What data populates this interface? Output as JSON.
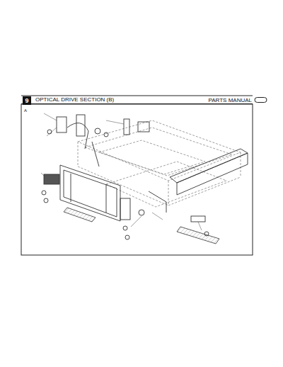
{
  "diagram": {
    "title": "OPTICAL DRIVE SECTION (B)",
    "nodes": [
      {
        "text": [
          "9"
        ]
      }
    ],
    "labels": [
      "PARTS MANUAL",
      "A"
    ]
  }
}
